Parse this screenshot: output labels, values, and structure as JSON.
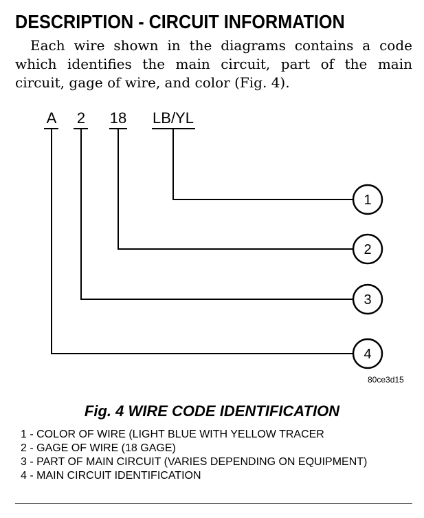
{
  "section": {
    "heading": "DESCRIPTION - CIRCUIT INFORMATION",
    "paragraph": "Each wire shown in the diagrams contains a code which identifies the main circuit, part of the main circuit, gage of wire, and color (Fig. 4)."
  },
  "figure": {
    "code_parts": {
      "circuit": "A",
      "part": "2",
      "gage": "18",
      "color": "LB/YL"
    },
    "callouts": [
      "1",
      "2",
      "3",
      "4"
    ],
    "figure_id": "80ce3d15",
    "caption": "Fig. 4 WIRE CODE IDENTIFICATION"
  },
  "legend": [
    "1 - COLOR OF WIRE (LIGHT BLUE WITH YELLOW TRACER",
    "2 - GAGE OF WIRE (18 GAGE)",
    "3 - PART OF MAIN CIRCUIT (VARIES DEPENDING ON EQUIPMENT)",
    "4 - MAIN CIRCUIT IDENTIFICATION"
  ]
}
